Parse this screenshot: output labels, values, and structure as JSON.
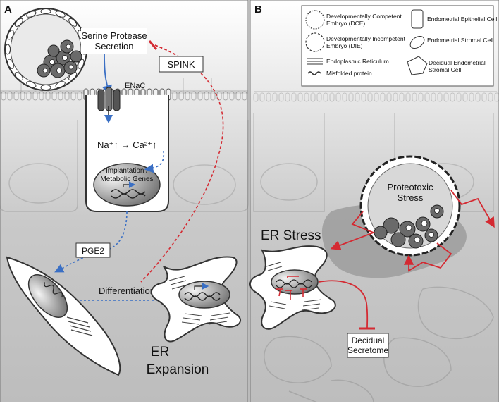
{
  "panel_a": {
    "letter": "A",
    "serine_protease": [
      "Serine Protease",
      "Secretion"
    ],
    "spink": "SPINK",
    "enac": "ENaC",
    "ion_flux": "Na⁺↑ → Ca²⁺↑",
    "genes": [
      "Implantation /",
      "Metabolic Genes"
    ],
    "pge2": "PGE2",
    "differentiation": "Differentiation",
    "er_expansion": [
      "ER",
      "Expansion"
    ]
  },
  "panel_b": {
    "letter": "B",
    "legend": [
      {
        "icon": "dce-icon",
        "lines": [
          "Developmentally Competent",
          "Embryo (DCE)"
        ]
      },
      {
        "icon": "die-icon",
        "lines": [
          "Developmentally Incompetent",
          "Embryo (DIE)"
        ]
      },
      {
        "icon": "er-icon",
        "lines": [
          "Endoplasmic Reticulum"
        ]
      },
      {
        "icon": "misfolded-protein-icon",
        "lines": [
          "Misfolded protein"
        ]
      },
      {
        "icon": "epithelial-cell-icon",
        "lines": [
          "Endometrial Epithelial Cell"
        ]
      },
      {
        "icon": "stromal-cell-icon",
        "lines": [
          "Endometrial Stromal Cell"
        ]
      },
      {
        "icon": "decidual-cell-icon",
        "lines": [
          "Decidual Endometrial",
          "Stromal Cell"
        ]
      }
    ],
    "proteotoxic": [
      "Proteotoxic",
      "Stress"
    ],
    "er_stress": "ER Stress",
    "secretome": [
      "Decidual",
      "Secretome"
    ]
  },
  "colors": {
    "inhibition_red": "#d42a32",
    "signal_blue": "#3a6fc4",
    "panel_bg": "#cfcfcf"
  }
}
